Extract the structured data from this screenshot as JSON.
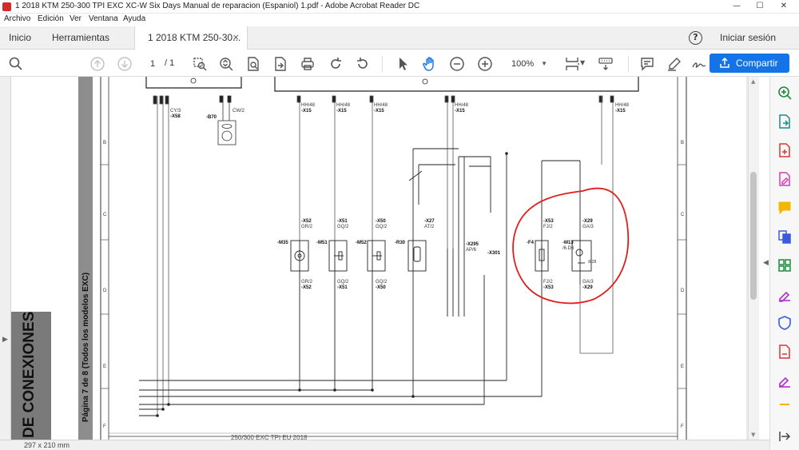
{
  "window": {
    "title": "1 2018 KTM 250-300 TPI EXC XC-W Six Days Manual de reparacion (Espaniol) 1.pdf - Adobe Acrobat Reader DC",
    "minimize": "—",
    "maximize": "☐",
    "close": "✕"
  },
  "menu": [
    "Archivo",
    "Edición",
    "Ver",
    "Ventana",
    "Ayuda"
  ],
  "tabs": {
    "home": "Inicio",
    "tools": "Herramientas",
    "document": "1 2018 KTM 250-30...",
    "close": "×"
  },
  "account": {
    "help": "?",
    "signin": "Iniciar sesión"
  },
  "toolbar": {
    "page_current": "1",
    "page_total": "/  1",
    "zoom": "100%",
    "share_label": "Compartir"
  },
  "status": {
    "page_size": "297 x 210 mm"
  },
  "sidebar_text": {
    "section_title": "DE CONEXIONES",
    "page_info": "Página 7 de 8 (Todos los modelos EXC)"
  },
  "schematic": {
    "labels": {
      "cy3": "CY/3",
      "x58": "-X58",
      "b70": "-B70",
      "cw2": "CW/2",
      "hh48": "HH/48",
      "x15": "-X15",
      "x52": "-X52",
      "gr2": "GR/2",
      "m35": "-M35",
      "x51": "-X51",
      "gq2": "GQ/2",
      "m51": "-M51",
      "x50": "-X50",
      "m52": "-M52",
      "x27": "-X27",
      "at2": "AT/2",
      "r30": "-R30",
      "x295": "-X295",
      "ap6": "AP/6",
      "x301": "-X301",
      "x53": "-X53",
      "fj2": "FJ/2",
      "f4": "-F4",
      "x29": "-X29",
      "ga3": "GA/3",
      "m13": "-M13",
      "d6": "/6.D6",
      "e28": "/E28",
      "r_b": "B",
      "r_c": "C",
      "r_d": "D",
      "r_e": "E",
      "r_f": "F",
      "footer": "250/300 EXC TPI EU 2018"
    }
  }
}
